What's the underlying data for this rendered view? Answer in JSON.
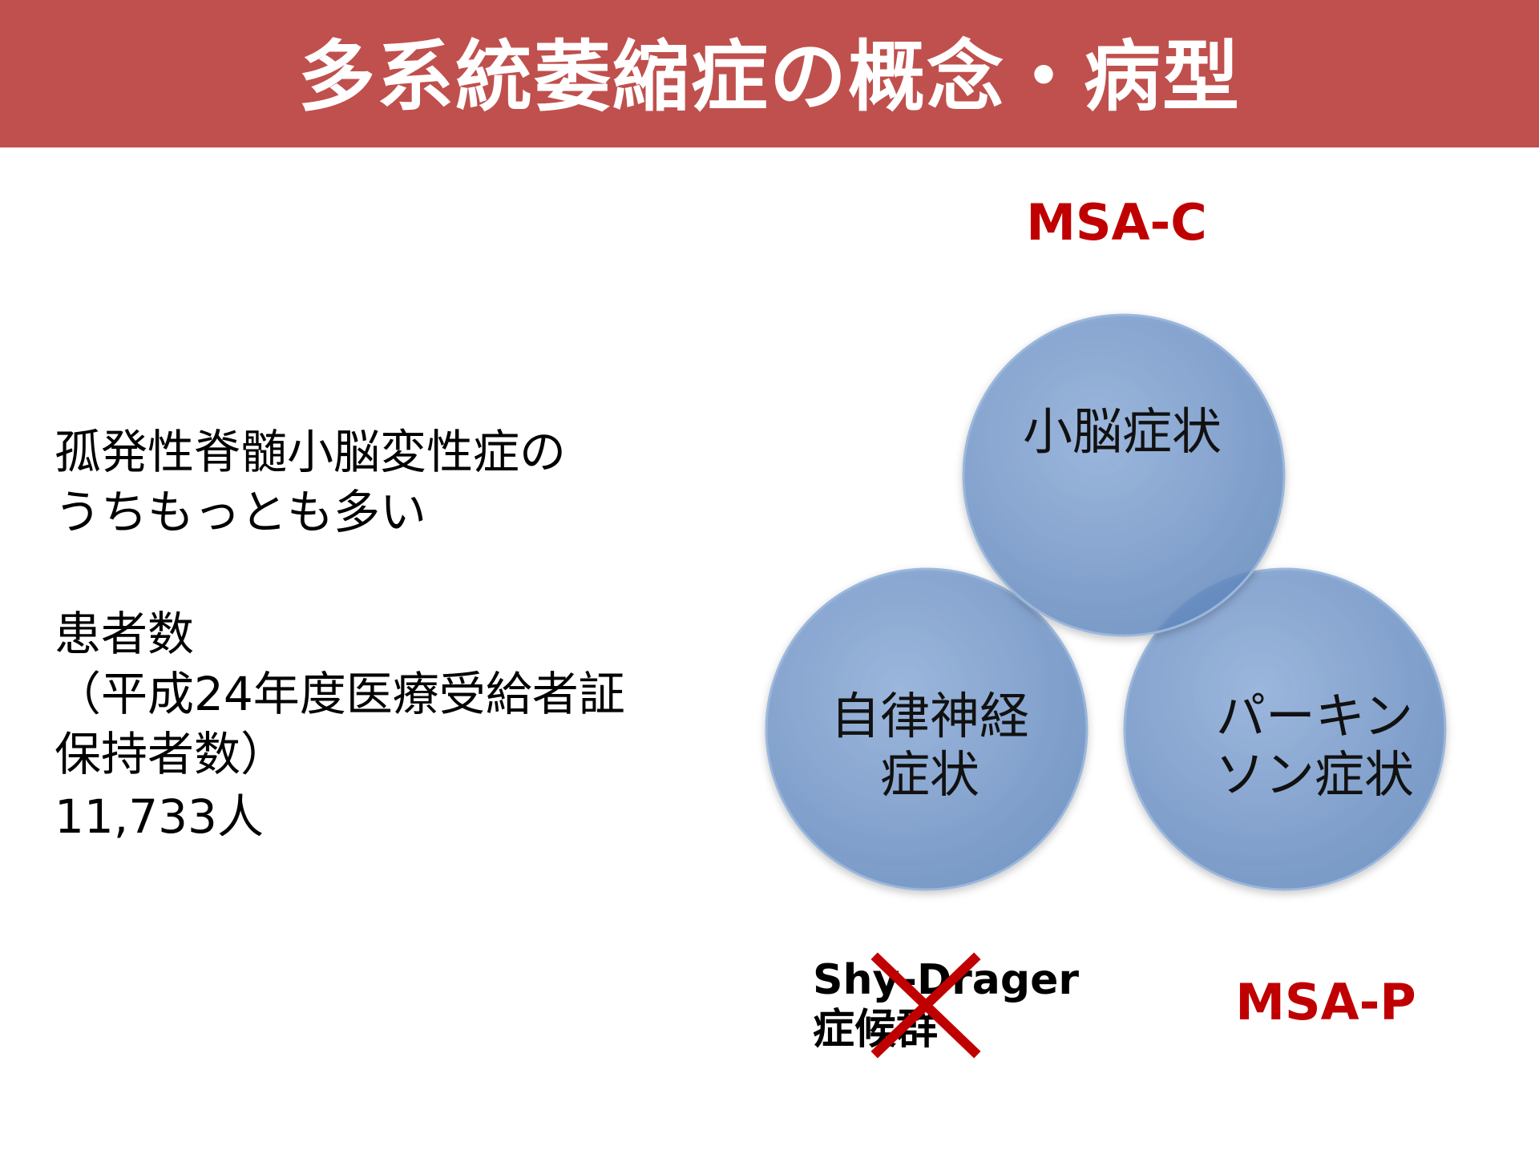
{
  "header": {
    "title": "多系統萎縮症の概念・病型",
    "bg_color": "#c0504d"
  },
  "intro": {
    "line1": "孤発性脊髄小脳変性症の",
    "line2": "うちもっとも多い"
  },
  "patients": {
    "label": "患者数",
    "source_line1": "（平成24年度医療受給者証",
    "source_line2": "保持者数）",
    "count": "11,733人"
  },
  "venn": {
    "circle_color": "#4f81bd",
    "top_label": "小脳症状",
    "left_label_line1": "自律神経",
    "left_label_line2": "症状",
    "right_label_line1": "パーキン",
    "right_label_line2": "ソン症状"
  },
  "types": {
    "msa_c": "MSA-C",
    "msa_p": "MSA-P",
    "label_color": "#c00000"
  },
  "shy_drager": {
    "line1": "Shy-Drager",
    "line2": "症候群",
    "struck": true,
    "cross_color": "#c00000"
  }
}
